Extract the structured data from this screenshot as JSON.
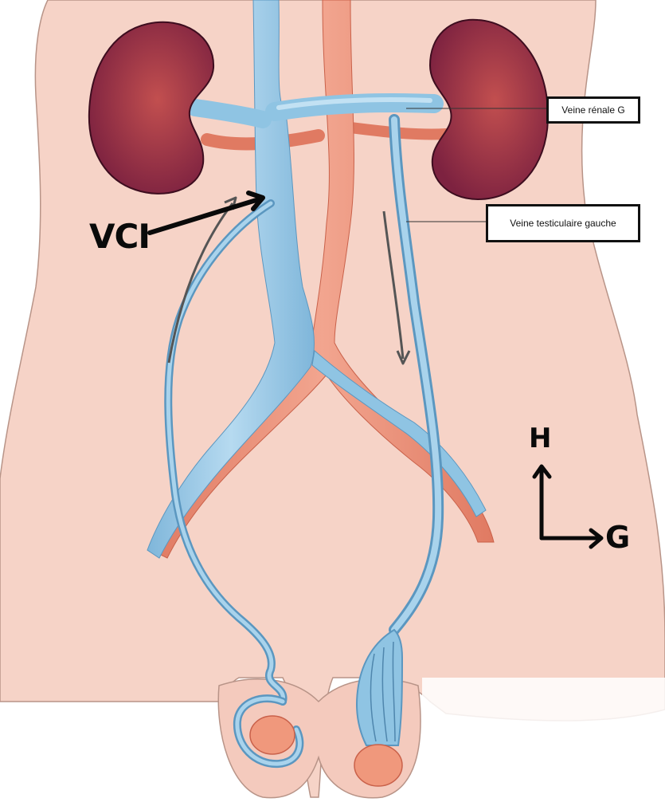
{
  "labels": {
    "renal_vein": "Veine rénale G",
    "testicular_vein": "Veine testiculaire gauche",
    "vci": "VCI"
  },
  "orientation": {
    "up": "H",
    "left": "G"
  },
  "colors": {
    "skin": "#f6d3c7",
    "skin_outline": "#b89488",
    "vein": "#8fc4e3",
    "vein_dark": "#5b97c0",
    "artery": "#e98a72",
    "artery_dark": "#c9614a",
    "kidney": "#8b2c47",
    "testis": "#f0987c"
  }
}
